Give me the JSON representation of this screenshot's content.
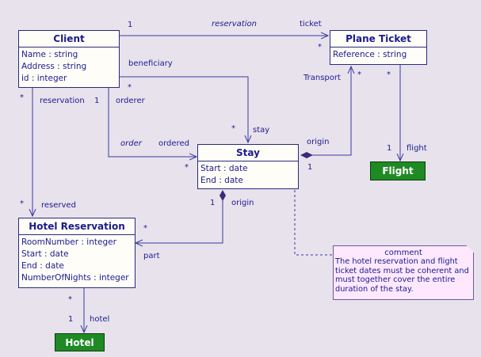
{
  "classes": {
    "client": {
      "title": "Client",
      "attributes": [
        "Name : string",
        "Address : string",
        "id : integer"
      ]
    },
    "plane_ticket": {
      "title": "Plane Ticket",
      "attributes": [
        "Reference : string"
      ]
    },
    "stay": {
      "title": "Stay",
      "attributes": [
        "Start : date",
        "End : date"
      ]
    },
    "hotel_reservation": {
      "title": "Hotel Reservation",
      "attributes": [
        "RoomNumber : integer",
        "Start : date",
        "End : date",
        "NumberOfNights : integer"
      ]
    },
    "flight": {
      "title": "Flight"
    },
    "hotel": {
      "title": "Hotel"
    }
  },
  "associations": {
    "reservation_ticket": {
      "role_source": "reservation",
      "role_target": "ticket",
      "mult_source": "1",
      "mult_target": "*"
    },
    "beneficiary_stay": {
      "role_source": "beneficiary",
      "role_target": "stay",
      "mult_source": "*",
      "mult_target": "*"
    },
    "order_ordered": {
      "role_source": "order",
      "role_target": "ordered",
      "role_orderer": "orderer",
      "mult_source": "1",
      "mult_target": "*"
    },
    "client_hotel_res": {
      "role_source": "reservation",
      "role_target": "reserved",
      "mult_source": "*",
      "mult_target": "*"
    },
    "stay_ticket": {
      "role_source": "origin",
      "role_target": "Transport",
      "mult_source": "1",
      "mult_target": "*"
    },
    "ticket_flight": {
      "role_target": "flight",
      "mult_source": "*",
      "mult_target": "1"
    },
    "stay_hotel_res": {
      "role_source": "origin",
      "role_target": "part",
      "mult_source": "1",
      "mult_target": "*"
    },
    "res_hotel": {
      "role_target": "hotel",
      "mult_source": "*",
      "mult_target": "1"
    }
  },
  "note": {
    "title": "comment",
    "lines": [
      "The hotel reservation and flight",
      "ticket dates must be coherent and",
      "must together cover the entire",
      "duration of the stay."
    ]
  },
  "colors": {
    "background": "#e8e2ed",
    "class_fill": "#fffdf8",
    "text": "#1b1b8c",
    "line": "#3a3aa0",
    "green_box": "#1f8a24",
    "note_fill": "#fee8fe"
  }
}
